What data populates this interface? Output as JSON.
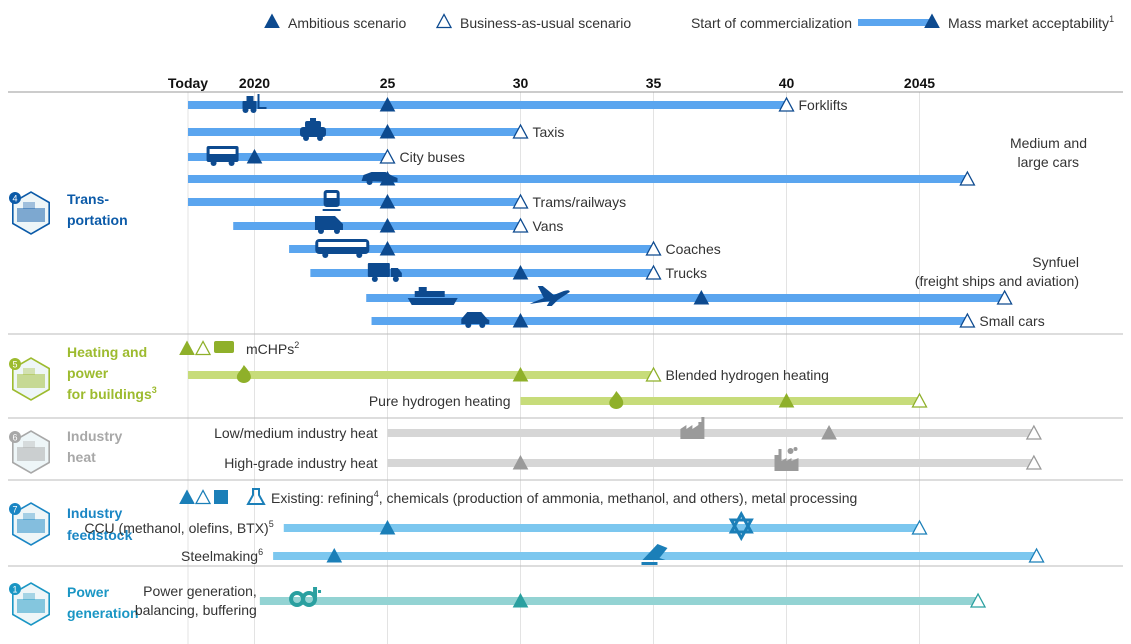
{
  "chart_data": {
    "type": "timeline",
    "legend": {
      "ambitious": "Ambitious scenario",
      "bau": "Business-as-usual scenario",
      "start": "Start of commercialization",
      "mass": "Mass market acceptability",
      "mass_sup": "1",
      "placement": "top-right"
    },
    "x_ticks": [
      {
        "label": "Today",
        "year": 2017.5
      },
      {
        "label": "2020",
        "year": 2020
      },
      {
        "label": "25",
        "year": 2025
      },
      {
        "label": "30",
        "year": 2030
      },
      {
        "label": "35",
        "year": 2035
      },
      {
        "label": "40",
        "year": 2040
      },
      {
        "label": "2045",
        "year": 2045
      }
    ],
    "xlim": [
      2017.5,
      2049.5
    ],
    "colors": {
      "transportation": "#5aa5ef",
      "transportation_text": "#0b5aa8",
      "transportation_marker": "#0d4a8f",
      "heating": "#c7dc7a",
      "heating_text": "#9dbb2f",
      "heating_marker": "#8fb02a",
      "industry_heat": "#d6d6d6",
      "industry_heat_text": "#a8a8a8",
      "industry_heat_marker": "#9a9a9a",
      "feedstock": "#7cc7ef",
      "feedstock_text": "#1a86c4",
      "feedstock_marker": "#1b7fb8",
      "power": "#93d3d3",
      "power_text": "#1a96c4",
      "power_marker": "#2aa0a0",
      "divider": "#bbbbbb",
      "grid": "#e3e3e3"
    },
    "sections": [
      {
        "key": "transportation",
        "number": "4",
        "label": [
          "Trans-",
          "portation"
        ],
        "label_sup": "",
        "rows": [
          {
            "label": "Forklifts",
            "label_side": "right",
            "start": 2017.5,
            "end": 2040,
            "ambitious": 2025,
            "bau": 2040,
            "icon": "forklift-icon",
            "icon_year": 2020
          },
          {
            "label": "Taxis",
            "label_side": "right",
            "start": 2017.5,
            "end": 2030,
            "ambitious": 2025,
            "bau": 2030,
            "icon": "taxi-icon",
            "icon_year": 2022.2
          },
          {
            "label": "City buses",
            "label_side": "right",
            "start": 2017.5,
            "end": 2025,
            "ambitious": 2020,
            "bau": 2025,
            "icon": "bus-icon",
            "icon_year": 2018.8
          },
          {
            "label": "Medium and",
            "label2": "large cars",
            "label_side": "above",
            "start": 2017.5,
            "end": 2046.8,
            "ambitious": 2025,
            "bau": 2046.8,
            "icon": "car-icon",
            "icon_year": 2024.7
          },
          {
            "label": "Trams/railways",
            "label_side": "right",
            "start": 2017.5,
            "end": 2030,
            "ambitious": 2025,
            "bau": 2030,
            "icon": "tram-icon",
            "icon_year": 2022.9
          },
          {
            "label": "Vans",
            "label_side": "right",
            "start": 2019.2,
            "end": 2030,
            "ambitious": 2025,
            "bau": 2030,
            "icon": "van-icon",
            "icon_year": 2022.8
          },
          {
            "label": "Coaches",
            "label_side": "right",
            "start": 2021.3,
            "end": 2035,
            "ambitious": 2025,
            "bau": 2035,
            "icon": "coach-icon",
            "icon_year": 2023.3
          },
          {
            "label": "Trucks",
            "label_side": "right",
            "start": 2022.1,
            "end": 2035,
            "ambitious": 2030,
            "bau": 2035,
            "icon": "truck-icon",
            "icon_year": 2024.9
          },
          {
            "label": "Synfuel",
            "label2": "(freight ships and aviation)",
            "label_side": "above",
            "start": 2024.2,
            "end": 2048.2,
            "ambitious": 2036.8,
            "bau": 2048.2,
            "icon": "ship-icon",
            "icon_year": 2026.7,
            "icon2": "plane-icon",
            "icon2_year": 2031.1
          },
          {
            "label": "Small cars",
            "label_side": "right",
            "start": 2024.4,
            "end": 2046.8,
            "ambitious": 2030,
            "bau": 2046.8,
            "icon": "small-car-icon",
            "icon_year": 2028.3
          }
        ]
      },
      {
        "key": "heating",
        "number": "5",
        "label": [
          "Heating and",
          "power",
          "for buildings"
        ],
        "label_sup": "3",
        "header_note": "mCHPs",
        "header_note_sup": "2",
        "rows": [
          {
            "label": "Blended hydrogen heating",
            "label_side": "right",
            "start": 2017.5,
            "end": 2035,
            "ambitious": 2030,
            "bau": 2035,
            "icon": "flame-icon",
            "icon_year": 2019.6
          },
          {
            "label": "Pure hydrogen heating",
            "label_side": "left",
            "start": 2030,
            "end": 2045,
            "ambitious": 2040,
            "bau": 2045,
            "icon": "flame-icon",
            "icon_year": 2033.6
          }
        ]
      },
      {
        "key": "industry_heat",
        "number": "6",
        "label": [
          "Industry",
          "heat"
        ],
        "label_sup": "",
        "rows": [
          {
            "label": "Low/medium industry heat",
            "label_side": "left",
            "start": 2025,
            "end": 2049.3,
            "ambitious": 2041.6,
            "bau": 2049.3,
            "icon": "factory-icon",
            "icon_year": 2036.5
          },
          {
            "label": "High-grade industry heat",
            "label_side": "left",
            "start": 2025,
            "end": 2049.3,
            "ambitious": 2030,
            "bau": 2049.3,
            "icon": "plant-icon",
            "icon_year": 2040
          }
        ]
      },
      {
        "key": "feedstock",
        "number": "7",
        "label": [
          "Industry",
          "feedstock"
        ],
        "label_sup": "",
        "header_note": "Existing: refining",
        "header_note_sup": "4",
        "header_note_rest": ", chemicals (production of ammonia, methanol, and others), metal processing",
        "rows": [
          {
            "label": "CCU (methanol, olefins, BTX)",
            "label_sup": "5",
            "label_side": "left",
            "start": 2021.1,
            "end": 2045,
            "ambitious": 2025,
            "bau": 2045,
            "icon": "molecule-icon",
            "icon_year": 2038.3
          },
          {
            "label": "Steelmaking",
            "label_sup": "6",
            "label_side": "left",
            "start": 2020.7,
            "end": 2049.4,
            "ambitious": 2023,
            "bau": 2049.4,
            "icon": "steel-icon",
            "icon_year": 2035
          }
        ]
      },
      {
        "key": "power",
        "number": "1",
        "label": [
          "Power",
          "generation"
        ],
        "label_sup": "",
        "rows": [
          {
            "label": "Power generation,",
            "label2": "balancing, buffering",
            "label_side": "left",
            "start": 2020.2,
            "end": 2047.2,
            "ambitious": 2030,
            "bau": 2047.2,
            "icon": "plug-icon",
            "icon_year": 2021.9
          }
        ]
      }
    ]
  }
}
